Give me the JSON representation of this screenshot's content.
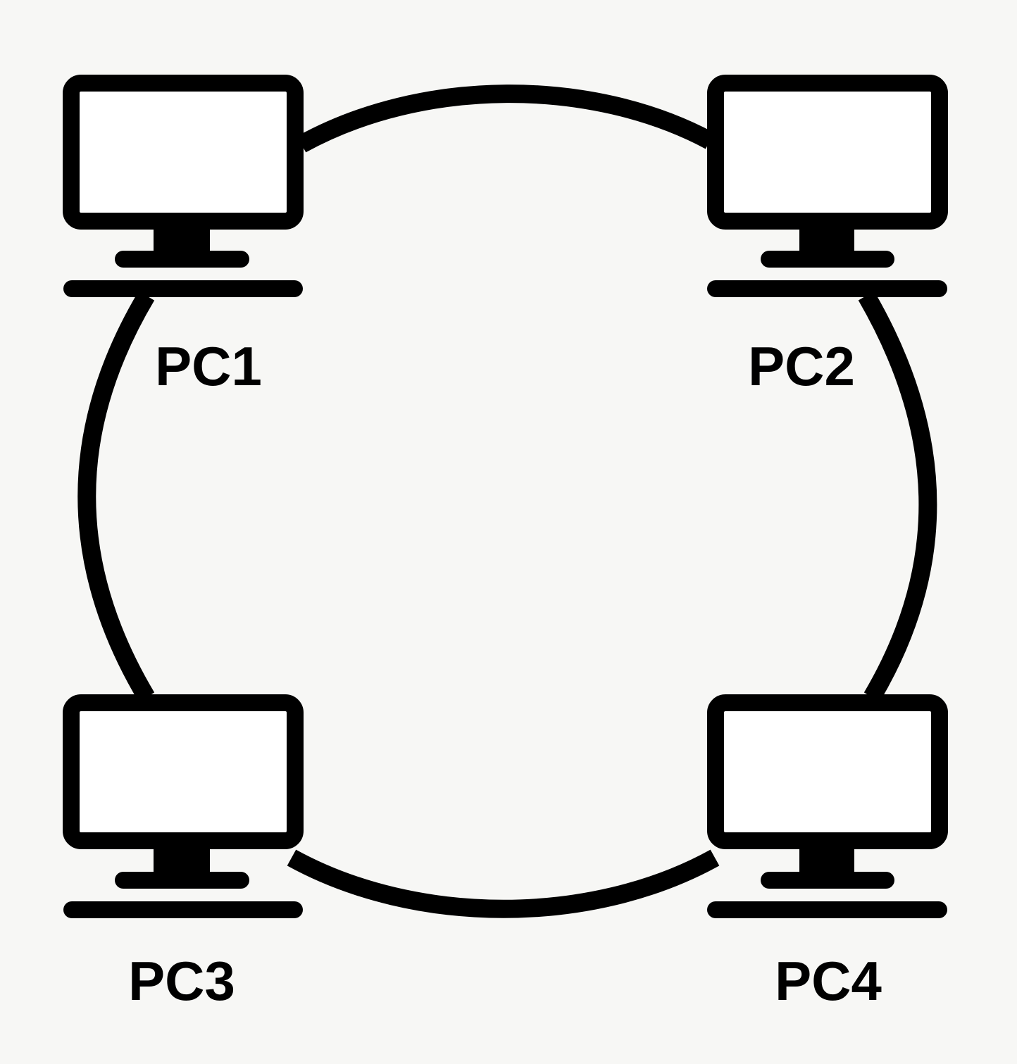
{
  "diagram": {
    "topology": "ring",
    "nodes": [
      {
        "id": "pc1",
        "label": "PC1",
        "icon": "monitor-icon"
      },
      {
        "id": "pc2",
        "label": "PC2",
        "icon": "monitor-icon"
      },
      {
        "id": "pc3",
        "label": "PC3",
        "icon": "monitor-icon"
      },
      {
        "id": "pc4",
        "label": "PC4",
        "icon": "monitor-icon"
      }
    ],
    "links": [
      {
        "from": "pc1",
        "to": "pc2"
      },
      {
        "from": "pc2",
        "to": "pc4"
      },
      {
        "from": "pc4",
        "to": "pc3"
      },
      {
        "from": "pc3",
        "to": "pc1"
      }
    ],
    "colors": {
      "background": "#f7f7f5",
      "stroke": "#000000",
      "screen": "#ffffff"
    }
  }
}
